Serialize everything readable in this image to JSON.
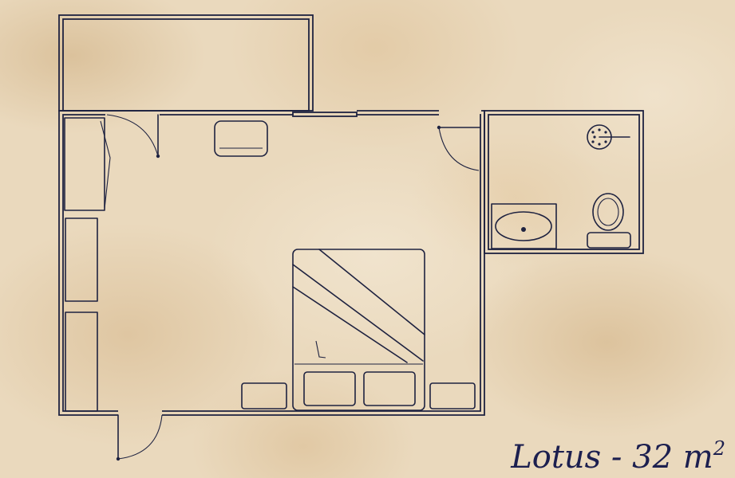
{
  "title": {
    "name": "Lotus",
    "separator": " - ",
    "area_value": "32",
    "area_unit": "m",
    "unit_exponent": "2"
  },
  "colors": {
    "ink": "#1e2240",
    "caption": "#1c1f4f",
    "paper": "#ead9bd"
  },
  "icons": [
    "door-swing-icon",
    "double-bed-icon",
    "pillow-icon",
    "nightstand-icon",
    "sink-icon",
    "toilet-icon",
    "shower-icon",
    "wardrobe-icon",
    "desk-icon"
  ]
}
